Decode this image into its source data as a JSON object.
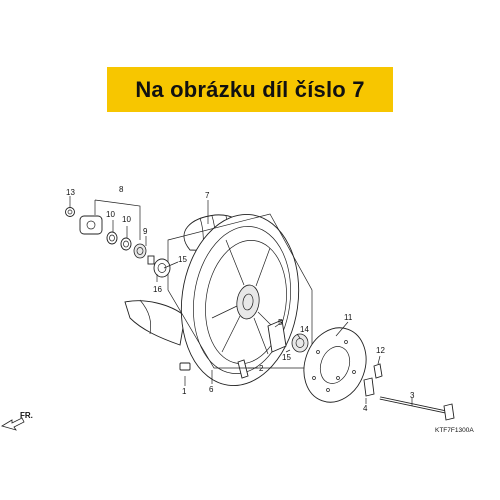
{
  "banner": {
    "text": "Na obrázku díl číslo 7",
    "color": "#f7c600"
  },
  "diagram_code": "KTF7F1300A",
  "direction_label": "FR.",
  "callouts": {
    "c1": "1",
    "c2": "2",
    "c3": "3",
    "c4": "4",
    "c5": "5",
    "c6": "6",
    "c7": "7",
    "c8": "8",
    "c9": "9",
    "c10a": "10",
    "c10b": "10",
    "c11": "11",
    "c12": "12",
    "c13": "13",
    "c14": "14",
    "c15a": "15",
    "c15b": "15",
    "c16": "16"
  }
}
